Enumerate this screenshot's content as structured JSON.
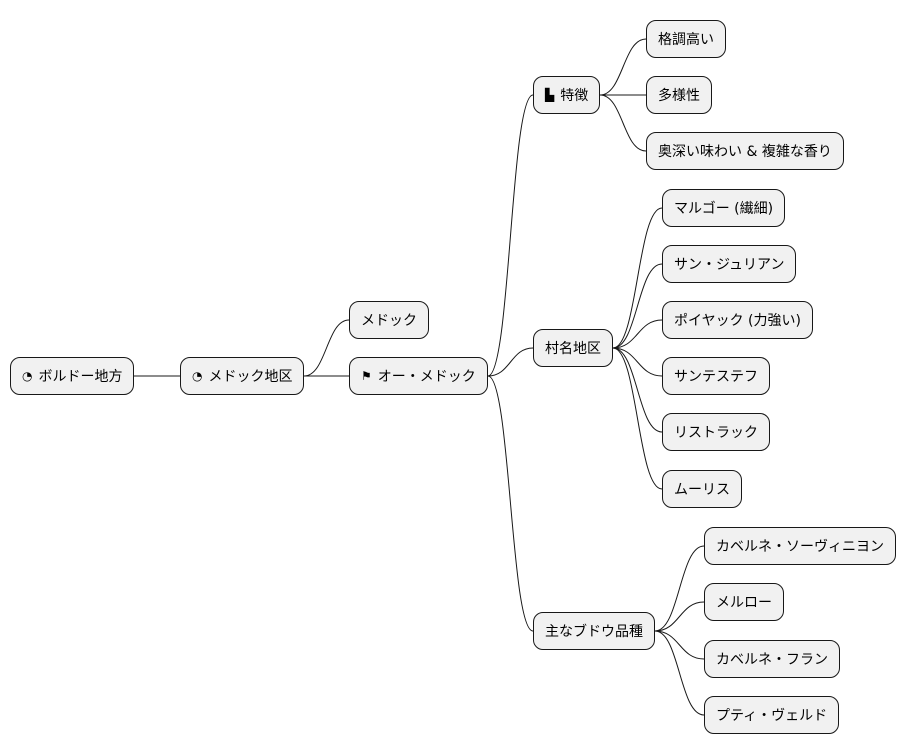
{
  "mindmap": {
    "root": {
      "label": "ボルドー地方",
      "icon": "◔",
      "icon_name": "pie-chart-icon"
    },
    "medoc": {
      "label": "メドック地区",
      "icon": "◔",
      "icon_name": "pie-chart-icon"
    },
    "bas_medoc": {
      "label": "メドック"
    },
    "haut_medoc": {
      "label": "オー・メドック",
      "icon": "⚑",
      "icon_name": "flag-icon"
    },
    "features": {
      "label": "特徴",
      "icon": "▙",
      "icon_name": "book-icon"
    },
    "feature_items": [
      {
        "label": "格調高い"
      },
      {
        "label": "多様性"
      },
      {
        "label": "奥深い味わい & 複雑な香り"
      }
    ],
    "villages": {
      "label": "村名地区"
    },
    "village_items": [
      {
        "label": "マルゴー (繊細)"
      },
      {
        "label": "サン・ジュリアン"
      },
      {
        "label": "ポイヤック (力強い)"
      },
      {
        "label": "サンテステフ"
      },
      {
        "label": "リストラック"
      },
      {
        "label": "ムーリス"
      }
    ],
    "grapes": {
      "label": "主なブドウ品種"
    },
    "grape_items": [
      {
        "label": "カベルネ・ソーヴィニヨン"
      },
      {
        "label": "メルロー"
      },
      {
        "label": "カベルネ・フラン"
      },
      {
        "label": "プティ・ヴェルド"
      }
    ]
  },
  "colors": {
    "node_fill": "#f1f1f1",
    "node_border": "#181818",
    "edge": "#181818"
  }
}
